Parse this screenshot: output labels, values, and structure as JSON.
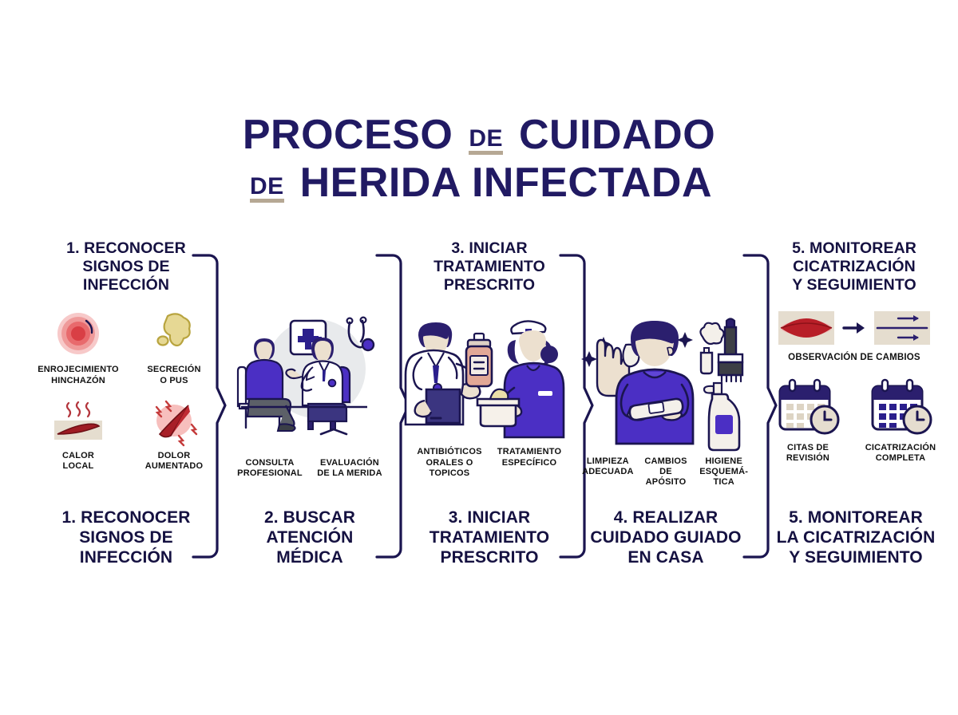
{
  "title": {
    "line1_part1": "PROCESO",
    "line1_de": "DE",
    "line1_part2": "CUIDADO",
    "line2_de": "DE",
    "line2_part2": "HERIDA INFECTADA",
    "color": "#211a63",
    "underline_color": "#b6a894"
  },
  "colors": {
    "navy": "#151141",
    "title_navy": "#211a63",
    "purple": "#4b2fc4",
    "red": "#b81f28",
    "pink": "#e8666a",
    "yellow": "#e0d48a",
    "beige": "#e5ddcf",
    "skin": "#ece0cf",
    "bracket": "#1b1550"
  },
  "columns": [
    {
      "id": "col1",
      "heading": "1. RECONOCER\nSIGNOS DE\nINFECCIÓN",
      "heading_lines": [
        "1. RECONOCER",
        "SIGNOS DE",
        "INFECCIÓN"
      ],
      "footer_lines": [
        "1. RECONOCER",
        "SIGNOS DE",
        "INFECCIÓN"
      ],
      "signs": [
        {
          "icon": "redness-swelling-icon",
          "caption_lines": [
            "ENROJECIMIENTO",
            "HINCHAZÓN"
          ]
        },
        {
          "icon": "pus-discharge-icon",
          "caption_lines": [
            "SECRECIÓN",
            "O PUS"
          ]
        },
        {
          "icon": "local-heat-icon",
          "caption_lines": [
            "CALOR",
            "LOCAL"
          ]
        },
        {
          "icon": "increased-pain-icon",
          "caption_lines": [
            "DOLOR",
            "AUMENTADO"
          ]
        }
      ]
    },
    {
      "id": "col2",
      "heading_lines": [],
      "footer_lines": [
        "2. BUSCAR",
        "ATENCIÓN",
        "MÉDICA"
      ],
      "scene": "doctor-consultation-illustration",
      "captions": [
        {
          "lines": [
            "CONSULTA",
            "PROFESIONAL"
          ]
        },
        {
          "lines": [
            "EVALUACIÓN",
            "DE LA MERIDA"
          ]
        }
      ]
    },
    {
      "id": "col3",
      "heading_lines": [
        "3. INICIAR",
        "TRATAMIENTO",
        "PRESCRITO"
      ],
      "footer_lines": [
        "3. INICIAR",
        "TRATAMIENTO",
        "PRESCRITO"
      ],
      "scene": "doctor-nurse-medication-illustration",
      "captions": [
        {
          "lines": [
            "ANTIBIÓTICOS",
            "ORALES O",
            "TOPICOS"
          ]
        },
        {
          "lines": [
            "TRATAMIENTO",
            "ESPECÍFICO"
          ]
        }
      ]
    },
    {
      "id": "col4",
      "heading_lines": [],
      "footer_lines": [
        "4. REALIZAR",
        "CUIDADO GUIADO",
        "EN CASA"
      ],
      "scene": "home-wound-care-illustration",
      "captions": [
        {
          "lines": [
            "LIMPIEZA",
            "ADECUADA"
          ]
        },
        {
          "lines": [
            "CAMBIOS",
            "DE",
            "APÓSITO"
          ]
        },
        {
          "lines": [
            "HIGIENE",
            "ESQUEMÁ-",
            "TICA"
          ]
        }
      ]
    },
    {
      "id": "col5",
      "heading_lines": [
        "5. MONITOREAR",
        "CICATRIZACIÓN",
        "Y SEGUIMIENTO"
      ],
      "footer_lines": [
        "5. MONITOREAR",
        "LA CICATRIZACIÓN",
        "Y SEGUIMIENTO"
      ],
      "healing_caption": "OBSERVACIÓN DE CAMBIOS",
      "calendars": [
        {
          "icon": "calendar-clock-icon",
          "caption_lines": [
            "CITAS DE",
            "REVISIÓN"
          ]
        },
        {
          "icon": "calendar-filled-clock-icon",
          "caption_lines": [
            "CICATRIZACIÓN",
            "COMPLETA"
          ]
        }
      ]
    }
  ]
}
